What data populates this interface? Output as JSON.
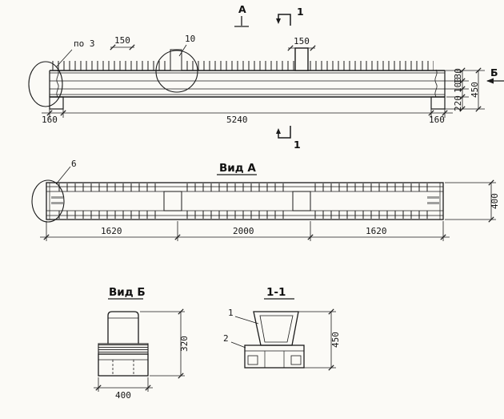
{
  "elevation": {
    "view_marker_a": "А",
    "section_marker_top": "1",
    "section_marker_bottom": "1",
    "detail_callout": "по 3",
    "dim_150_left": "150",
    "detail_callout_10": "10",
    "dim_150_right": "150",
    "view_marker_b": "Б",
    "dim_130": "130",
    "dim_100": "100",
    "dim_450": "450",
    "dim_220": "220",
    "dim_160_left": "160",
    "dim_length": "5240",
    "dim_160_right": "160"
  },
  "plan": {
    "title": "Вид А",
    "detail_callout_6": "6",
    "dim_seg_left": "1620",
    "dim_seg_mid": "2000",
    "dim_seg_right": "1620",
    "dim_width": "400"
  },
  "view_b": {
    "title": "Вид Б",
    "dim_height": "320",
    "dim_width": "400"
  },
  "section_1_1": {
    "title": "1-1",
    "leader_1": "1",
    "leader_2": "2",
    "dim_height": "450"
  }
}
